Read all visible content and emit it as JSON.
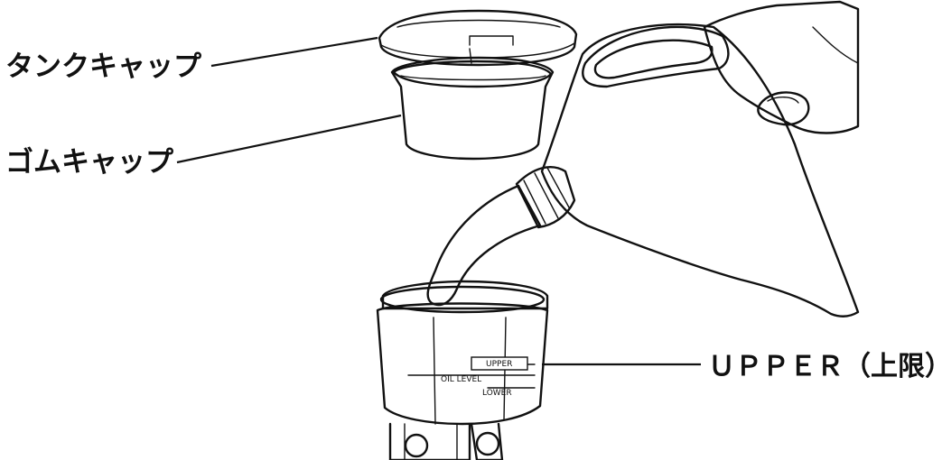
{
  "labels": {
    "tank_cap": "タンクキャップ",
    "rubber_cap": "ゴムキャップ",
    "upper_limit": "ＵＰＰＥＲ（上限）"
  },
  "reservoir_markings": {
    "upper": "UPPER",
    "oil_level": "OIL LEVEL",
    "lower": "LOWER"
  },
  "colors": {
    "ink": "#111111",
    "background": "#ffffff"
  }
}
